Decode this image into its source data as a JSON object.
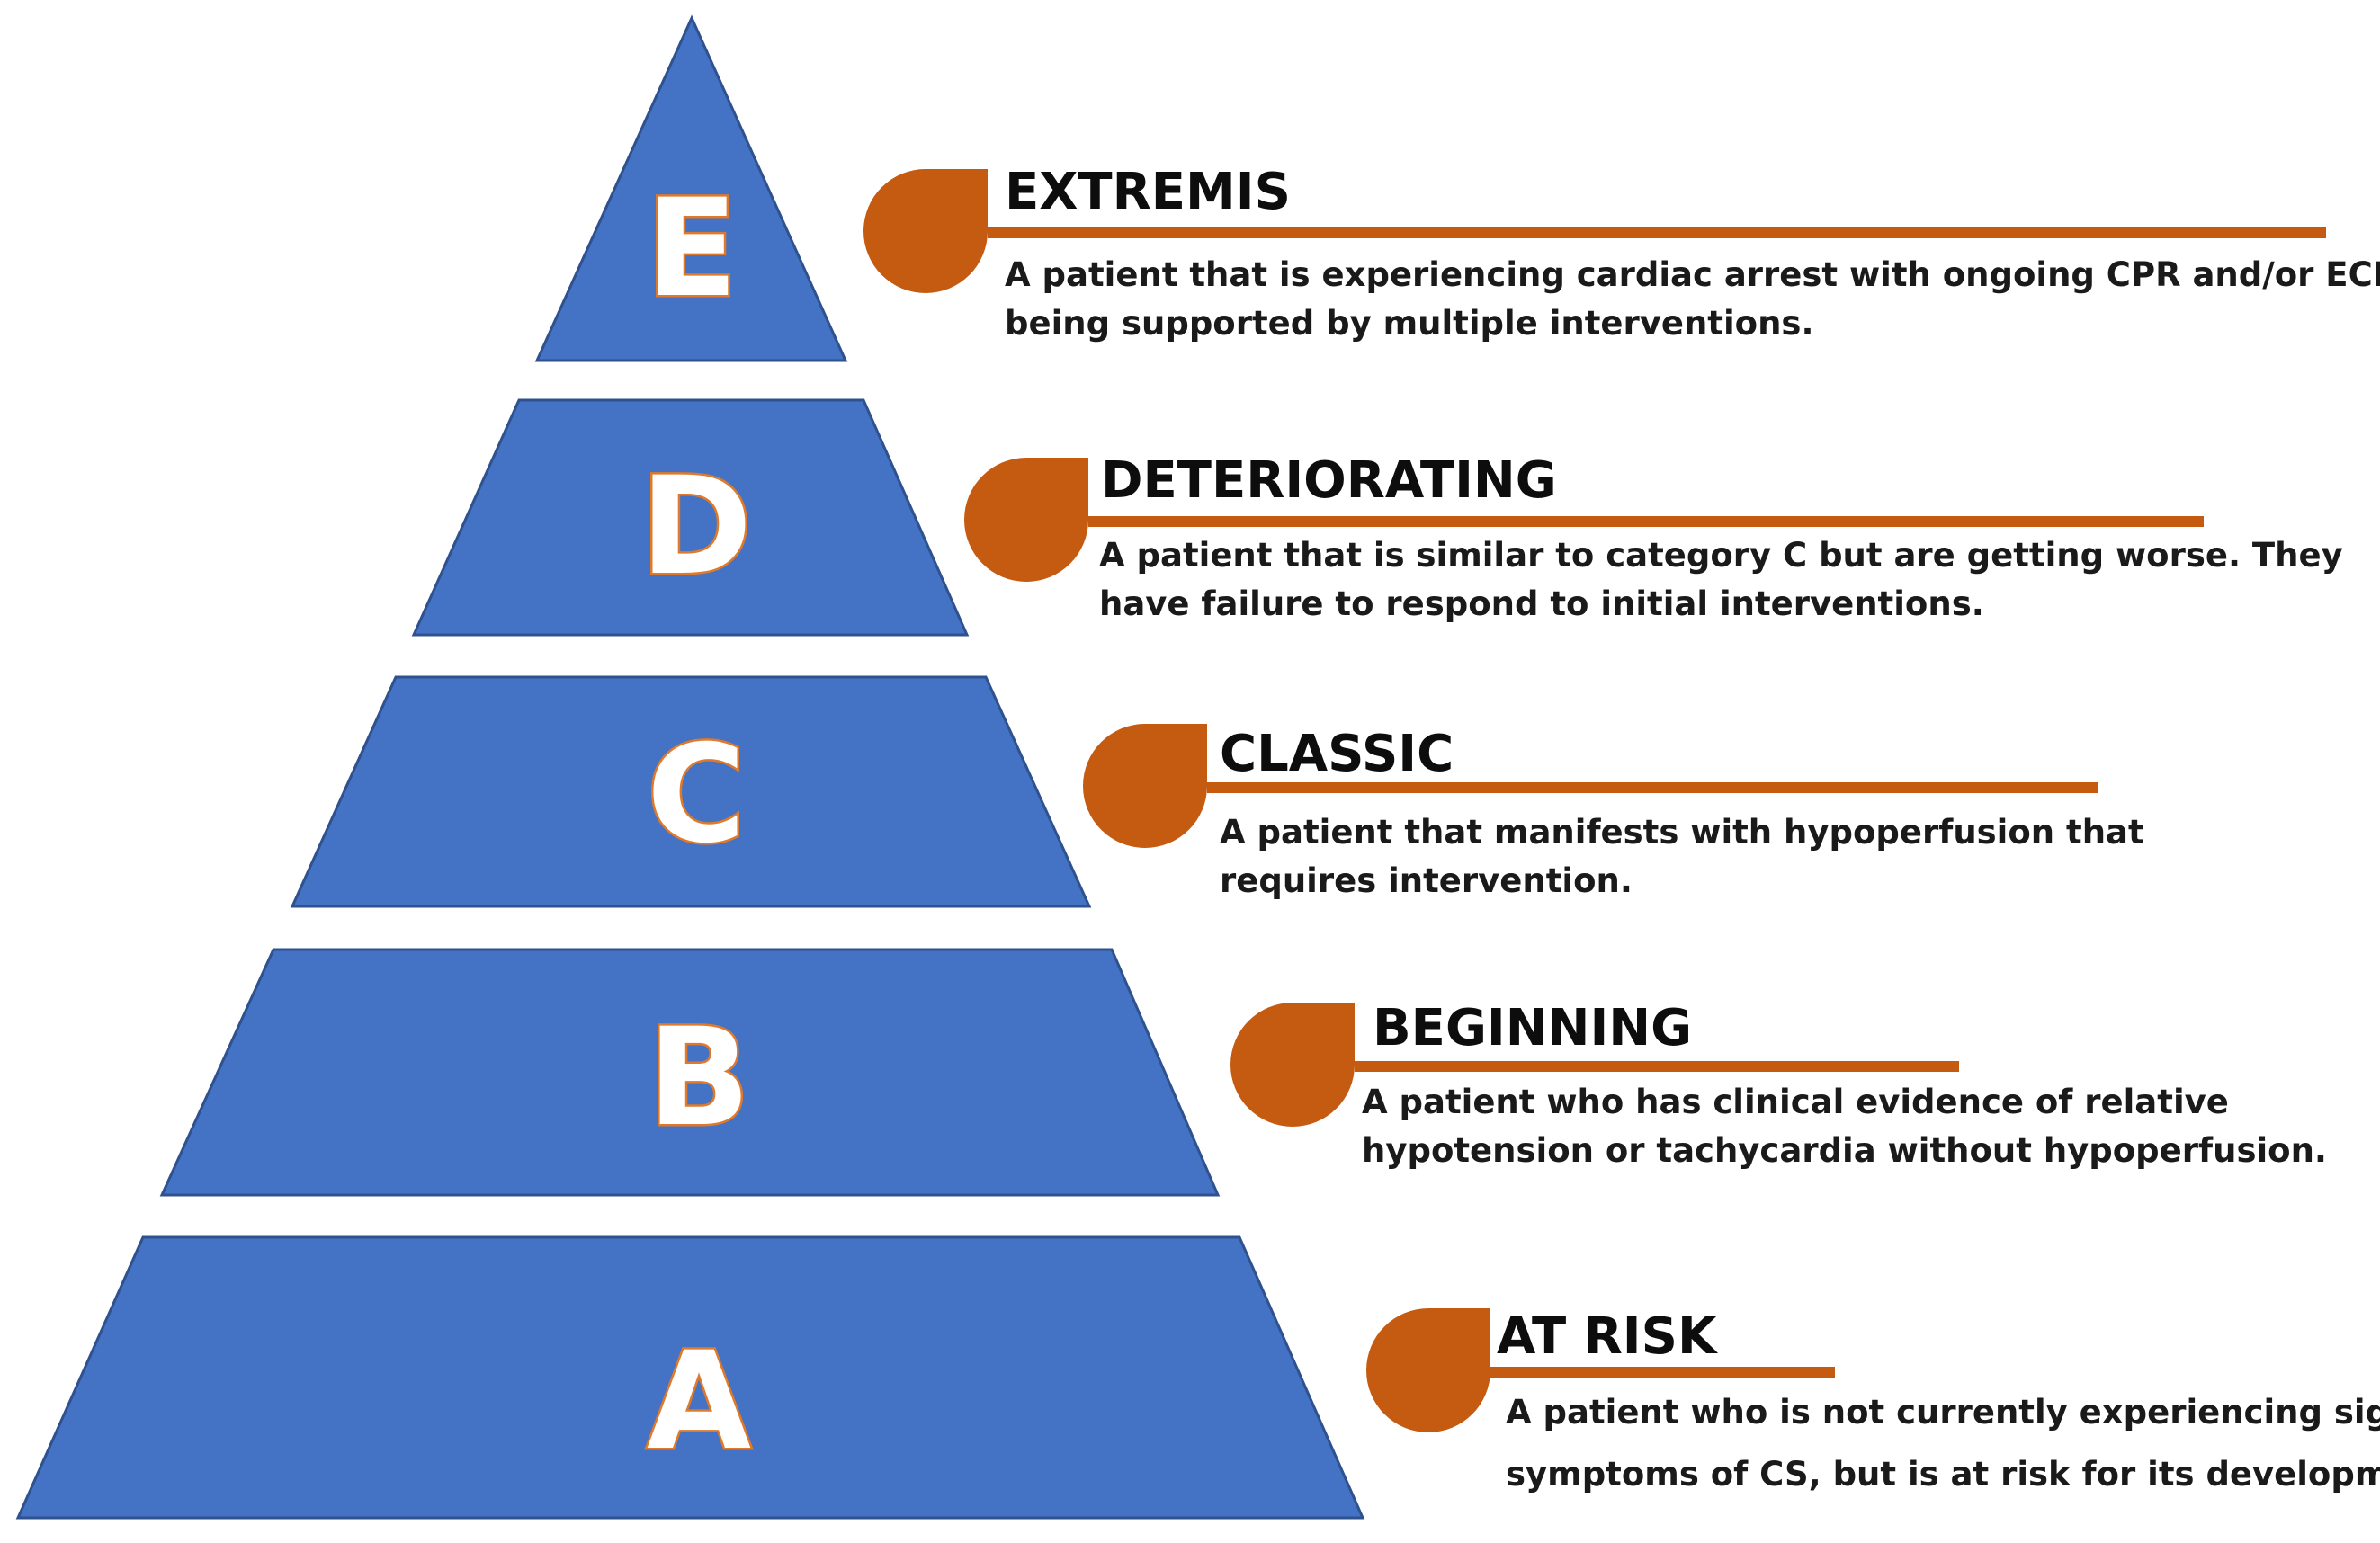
{
  "colors": {
    "pyramid_fill": "#4472c4",
    "accent": "#c55a11",
    "letter_outline": "#e07a2a",
    "text": "#0d0d0d"
  },
  "pyramid": {
    "tiers": [
      {
        "letter": "E"
      },
      {
        "letter": "D"
      },
      {
        "letter": "C"
      },
      {
        "letter": "B"
      },
      {
        "letter": "A"
      }
    ]
  },
  "stages": [
    {
      "title": "EXTREMIS",
      "lines": [
        "A patient that is experiencing cardiac arrest with ongoing CPR and/or ECMO,",
        "being supported by multiple interventions."
      ]
    },
    {
      "title": "DETERIORATING",
      "lines": [
        "A patient that is similar to category C but are getting worse. They",
        "have failure to respond to initial interventions."
      ]
    },
    {
      "title": "CLASSIC",
      "lines": [
        "A patient that manifests with hypoperfusion that",
        "requires intervention."
      ]
    },
    {
      "title": "BEGINNING",
      "lines": [
        "A patient who has clinical evidence of relative",
        "hypotension or tachycardia without hypoperfusion."
      ]
    },
    {
      "title": "AT RISK",
      "lines": [
        "A patient who is not currently experiencing signs or",
        "symptoms of CS, but is at risk for its development."
      ]
    }
  ]
}
